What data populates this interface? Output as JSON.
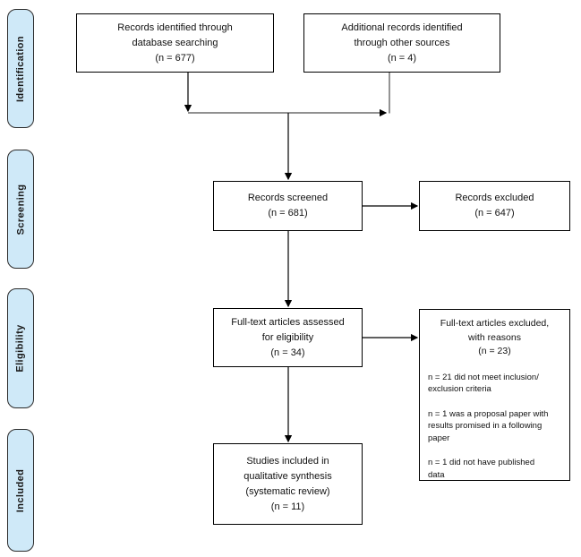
{
  "stages": [
    {
      "label": "Identification"
    },
    {
      "label": "Screening"
    },
    {
      "label": "Eligibility"
    },
    {
      "label": "Included"
    }
  ],
  "boxes": {
    "records_identified": {
      "text": "Records identified through\ndatabase searching\n(n = 677)",
      "count": 677
    },
    "additional_records": {
      "text": "Additional records identified\nthrough other sources\n(n = 4)",
      "count": 4
    },
    "records_screened": {
      "text": "Records screened\n(n = 681)",
      "count": 681
    },
    "records_excluded": {
      "text": "Records excluded\n(n = 647)",
      "count": 647
    },
    "fulltext_assessed": {
      "text": "Full-text articles assessed\nfor eligibility\n(n = 34)",
      "count": 34
    },
    "fulltext_excluded": {
      "header": "Full-text articles excluded,\nwith reasons\n(n = 23)",
      "count": 23,
      "reasons": [
        "n = 21 did not meet inclusion/\nexclusion criteria",
        "n = 1 was a proposal paper with\nresults promised in a following\npaper",
        "n = 1 did not have published\ndata"
      ]
    },
    "studies_included": {
      "text": "Studies included in\nqualitative synthesis\n(systematic review)\n(n = 11)",
      "count": 11
    }
  },
  "colors": {
    "stage_fill": "#cfe9f8",
    "stage_border": "#2b2b2b",
    "box_border": "#000000",
    "connector": "#000000"
  }
}
